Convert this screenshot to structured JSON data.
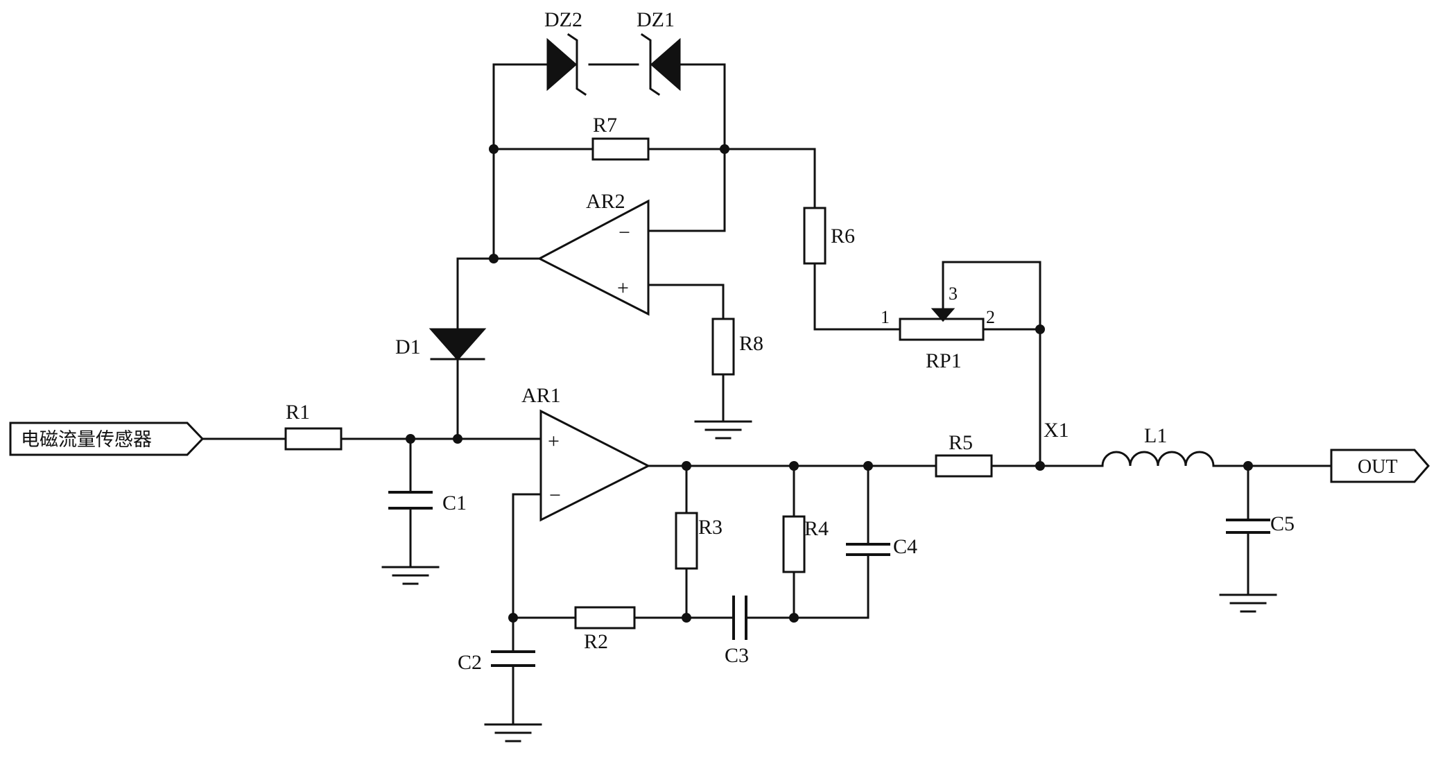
{
  "ports": {
    "input": "电磁流量传感器",
    "output": "OUT"
  },
  "components": {
    "r1": "R1",
    "r2": "R2",
    "r3": "R3",
    "r4": "R4",
    "r5": "R5",
    "r6": "R6",
    "r7": "R7",
    "r8": "R8",
    "c1": "C1",
    "c2": "C2",
    "c3": "C3",
    "c4": "C4",
    "c5": "C5",
    "d1": "D1",
    "dz1": "DZ1",
    "dz2": "DZ2",
    "ar1": "AR1",
    "ar2": "AR2",
    "rp1": "RP1",
    "l1": "L1",
    "x1": "X1"
  },
  "pins": {
    "rp1_pin1": "1",
    "rp1_pin2": "2",
    "rp1_pin3": "3"
  },
  "opamp_signs": {
    "plus": "+",
    "minus": "−"
  },
  "colors": {
    "ink": "#111111",
    "background": "#ffffff"
  }
}
